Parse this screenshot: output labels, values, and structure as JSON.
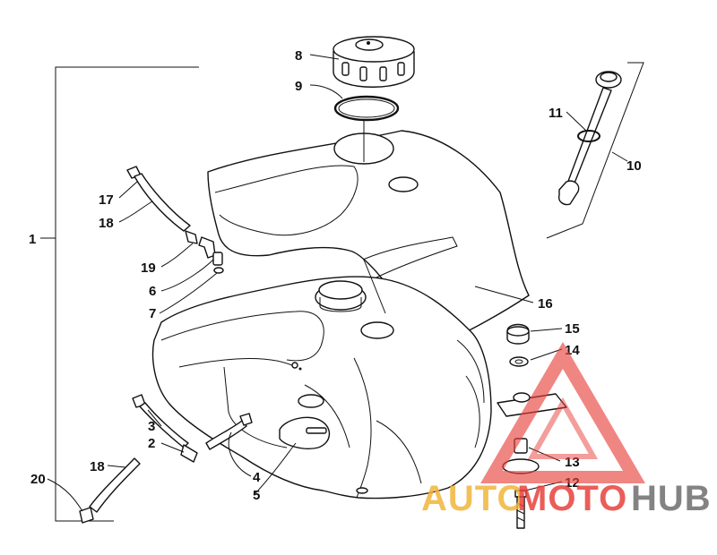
{
  "callouts": [
    {
      "id": "c1",
      "text": "1"
    },
    {
      "id": "c2",
      "text": "2"
    },
    {
      "id": "c3",
      "text": "3"
    },
    {
      "id": "c4",
      "text": "4"
    },
    {
      "id": "c5",
      "text": "5"
    },
    {
      "id": "c6",
      "text": "6"
    },
    {
      "id": "c7",
      "text": "7"
    },
    {
      "id": "c8",
      "text": "8"
    },
    {
      "id": "c9",
      "text": "9"
    },
    {
      "id": "c10",
      "text": "10"
    },
    {
      "id": "c11",
      "text": "11"
    },
    {
      "id": "c12",
      "text": "12"
    },
    {
      "id": "c13",
      "text": "13"
    },
    {
      "id": "c14",
      "text": "14"
    },
    {
      "id": "c15",
      "text": "15"
    },
    {
      "id": "c16",
      "text": "16"
    },
    {
      "id": "c17",
      "text": "17"
    },
    {
      "id": "c18a",
      "text": "18"
    },
    {
      "id": "c18b",
      "text": "18"
    },
    {
      "id": "c19",
      "text": "19"
    },
    {
      "id": "c20",
      "text": "20"
    }
  ],
  "watermark": {
    "part1": "AUTO",
    "part2": "MOTO",
    "part3": "HUB",
    "color_orange": "#f2b53a",
    "color_red": "#e8413c",
    "color_gray": "#6e6e6e"
  }
}
